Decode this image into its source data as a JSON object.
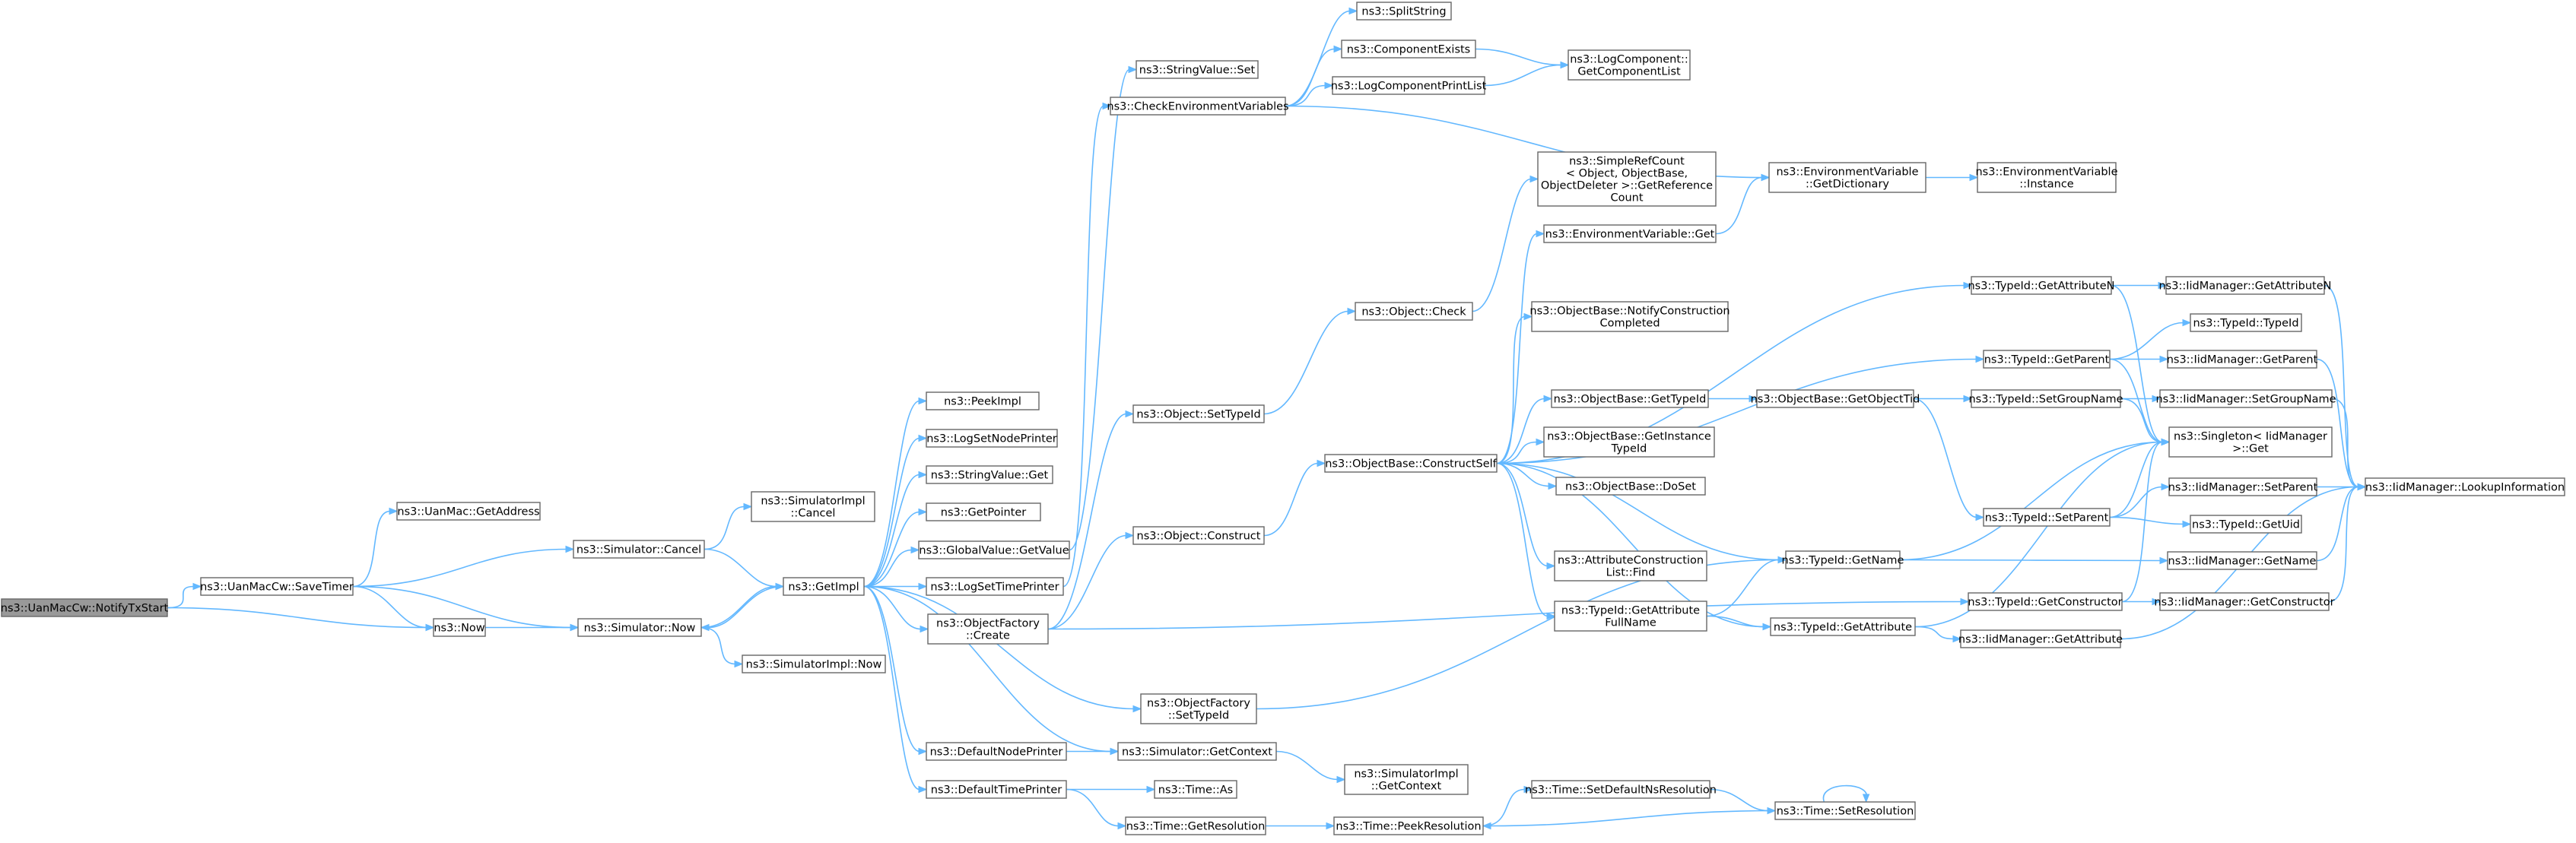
{
  "title": "",
  "colors": {
    "node_fill": "#ffffff",
    "root_fill": "#999999",
    "border": "#666666",
    "edge": "#63b8ff"
  },
  "nodes": [
    {
      "id": "notifytx",
      "lines": [
        "ns3::UanMacCw::NotifyTxStart"
      ],
      "root": true
    },
    {
      "id": "savetimer",
      "lines": [
        "ns3::UanMacCw::SaveTimer"
      ]
    },
    {
      "id": "getaddress",
      "lines": [
        "ns3::UanMac::GetAddress"
      ]
    },
    {
      "id": "simcancel",
      "lines": [
        "ns3::Simulator::Cancel"
      ]
    },
    {
      "id": "now",
      "lines": [
        "ns3::Now"
      ]
    },
    {
      "id": "simnow",
      "lines": [
        "ns3::Simulator::Now"
      ]
    },
    {
      "id": "implcancel",
      "lines": [
        "ns3::SimulatorImpl",
        "::Cancel"
      ]
    },
    {
      "id": "implnow",
      "lines": [
        "ns3::SimulatorImpl::Now"
      ]
    },
    {
      "id": "getimpl",
      "lines": [
        "ns3::GetImpl"
      ]
    },
    {
      "id": "peekimpl",
      "lines": [
        "ns3::PeekImpl"
      ]
    },
    {
      "id": "logsetnode",
      "lines": [
        "ns3::LogSetNodePrinter"
      ]
    },
    {
      "id": "strget",
      "lines": [
        "ns3::StringValue::Get"
      ]
    },
    {
      "id": "getpointer",
      "lines": [
        "ns3::GetPointer"
      ]
    },
    {
      "id": "gvgetvalue",
      "lines": [
        "ns3::GlobalValue::GetValue"
      ]
    },
    {
      "id": "logsettime",
      "lines": [
        "ns3::LogSetTimePrinter"
      ]
    },
    {
      "id": "objfcreate",
      "lines": [
        "ns3::ObjectFactory",
        "::Create"
      ]
    },
    {
      "id": "objfsettypeid",
      "lines": [
        "ns3::ObjectFactory",
        "::SetTypeId"
      ]
    },
    {
      "id": "defnode",
      "lines": [
        "ns3::DefaultNodePrinter"
      ]
    },
    {
      "id": "deftime",
      "lines": [
        "ns3::DefaultTimePrinter"
      ]
    },
    {
      "id": "strset",
      "lines": [
        "ns3::StringValue::Set"
      ]
    },
    {
      "id": "checkenv",
      "lines": [
        "ns3::CheckEnvironmentVariables"
      ]
    },
    {
      "id": "objsettypeid",
      "lines": [
        "ns3::Object::SetTypeId"
      ]
    },
    {
      "id": "objconstruct",
      "lines": [
        "ns3::Object::Construct"
      ]
    },
    {
      "id": "simgetctx",
      "lines": [
        "ns3::Simulator::GetContext"
      ]
    },
    {
      "id": "timeas",
      "lines": [
        "ns3::Time::As"
      ]
    },
    {
      "id": "timegetres",
      "lines": [
        "ns3::Time::GetResolution"
      ]
    },
    {
      "id": "splitstring",
      "lines": [
        "ns3::SplitString"
      ]
    },
    {
      "id": "compexists",
      "lines": [
        "ns3::ComponentExists"
      ]
    },
    {
      "id": "logcompprint",
      "lines": [
        "ns3::LogComponentPrintList"
      ]
    },
    {
      "id": "objcheck",
      "lines": [
        "ns3::Object::Check"
      ]
    },
    {
      "id": "obconstructself",
      "lines": [
        "ns3::ObjectBase::ConstructSelf"
      ]
    },
    {
      "id": "implgetctx",
      "lines": [
        "ns3::SimulatorImpl",
        "::GetContext"
      ]
    },
    {
      "id": "timepeek",
      "lines": [
        "ns3::Time::PeekResolution"
      ]
    },
    {
      "id": "getcomplist",
      "lines": [
        "ns3::LogComponent::",
        "GetComponentList"
      ]
    },
    {
      "id": "simplerefcount",
      "lines": [
        "ns3::SimpleRefCount",
        "< Object, ObjectBase,",
        "ObjectDeleter >::GetReference",
        "Count"
      ]
    },
    {
      "id": "envget",
      "lines": [
        "ns3::EnvironmentVariable::Get"
      ]
    },
    {
      "id": "obnotify",
      "lines": [
        "ns3::ObjectBase::NotifyConstruction",
        "Completed"
      ]
    },
    {
      "id": "obgettypeid",
      "lines": [
        "ns3::ObjectBase::GetTypeId"
      ]
    },
    {
      "id": "obgetinst",
      "lines": [
        "ns3::ObjectBase::GetInstance",
        "TypeId"
      ]
    },
    {
      "id": "obdoset",
      "lines": [
        "ns3::ObjectBase::DoSet"
      ]
    },
    {
      "id": "acl",
      "lines": [
        "ns3::AttributeConstruction",
        "List::Find"
      ]
    },
    {
      "id": "tidgetattrfull",
      "lines": [
        "ns3::TypeId::GetAttribute",
        "FullName"
      ]
    },
    {
      "id": "timesetdef",
      "lines": [
        "ns3::Time::SetDefaultNsResolution"
      ]
    },
    {
      "id": "envdict",
      "lines": [
        "ns3::EnvironmentVariable",
        "::GetDictionary"
      ]
    },
    {
      "id": "obgetobjtid",
      "lines": [
        "ns3::ObjectBase::GetObjectTid"
      ]
    },
    {
      "id": "tidgetname",
      "lines": [
        "ns3::TypeId::GetName"
      ]
    },
    {
      "id": "tidgetattr",
      "lines": [
        "ns3::TypeId::GetAttribute"
      ]
    },
    {
      "id": "timesetres",
      "lines": [
        "ns3::Time::SetResolution"
      ]
    },
    {
      "id": "envinst",
      "lines": [
        "ns3::EnvironmentVariable",
        "::Instance"
      ]
    },
    {
      "id": "tidgetattrn",
      "lines": [
        "ns3::TypeId::GetAttributeN"
      ]
    },
    {
      "id": "tidgetparent",
      "lines": [
        "ns3::TypeId::GetParent"
      ]
    },
    {
      "id": "tidsetgroup",
      "lines": [
        "ns3::TypeId::SetGroupName"
      ]
    },
    {
      "id": "tidsetparent",
      "lines": [
        "ns3::TypeId::SetParent"
      ]
    },
    {
      "id": "tidgetctor",
      "lines": [
        "ns3::TypeId::GetConstructor"
      ]
    },
    {
      "id": "iidgetattrn",
      "lines": [
        "ns3::IidManager::GetAttributeN"
      ]
    },
    {
      "id": "tidtypeid",
      "lines": [
        "ns3::TypeId::TypeId"
      ]
    },
    {
      "id": "iidgetparent",
      "lines": [
        "ns3::IidManager::GetParent"
      ]
    },
    {
      "id": "iidsetgroup",
      "lines": [
        "ns3::IidManager::SetGroupName"
      ]
    },
    {
      "id": "singleton",
      "lines": [
        "ns3::Singleton< IidManager",
        ">::Get"
      ]
    },
    {
      "id": "iidsetparent",
      "lines": [
        "ns3::IidManager::SetParent"
      ]
    },
    {
      "id": "tidgetuid",
      "lines": [
        "ns3::TypeId::GetUid"
      ]
    },
    {
      "id": "iidgetname",
      "lines": [
        "ns3::IidManager::GetName"
      ]
    },
    {
      "id": "iidgetctor",
      "lines": [
        "ns3::IidManager::GetConstructor"
      ]
    },
    {
      "id": "iidgetattr",
      "lines": [
        "ns3::IidManager::GetAttribute"
      ]
    },
    {
      "id": "iidlookup",
      "lines": [
        "ns3::IidManager::LookupInformation"
      ]
    }
  ]
}
